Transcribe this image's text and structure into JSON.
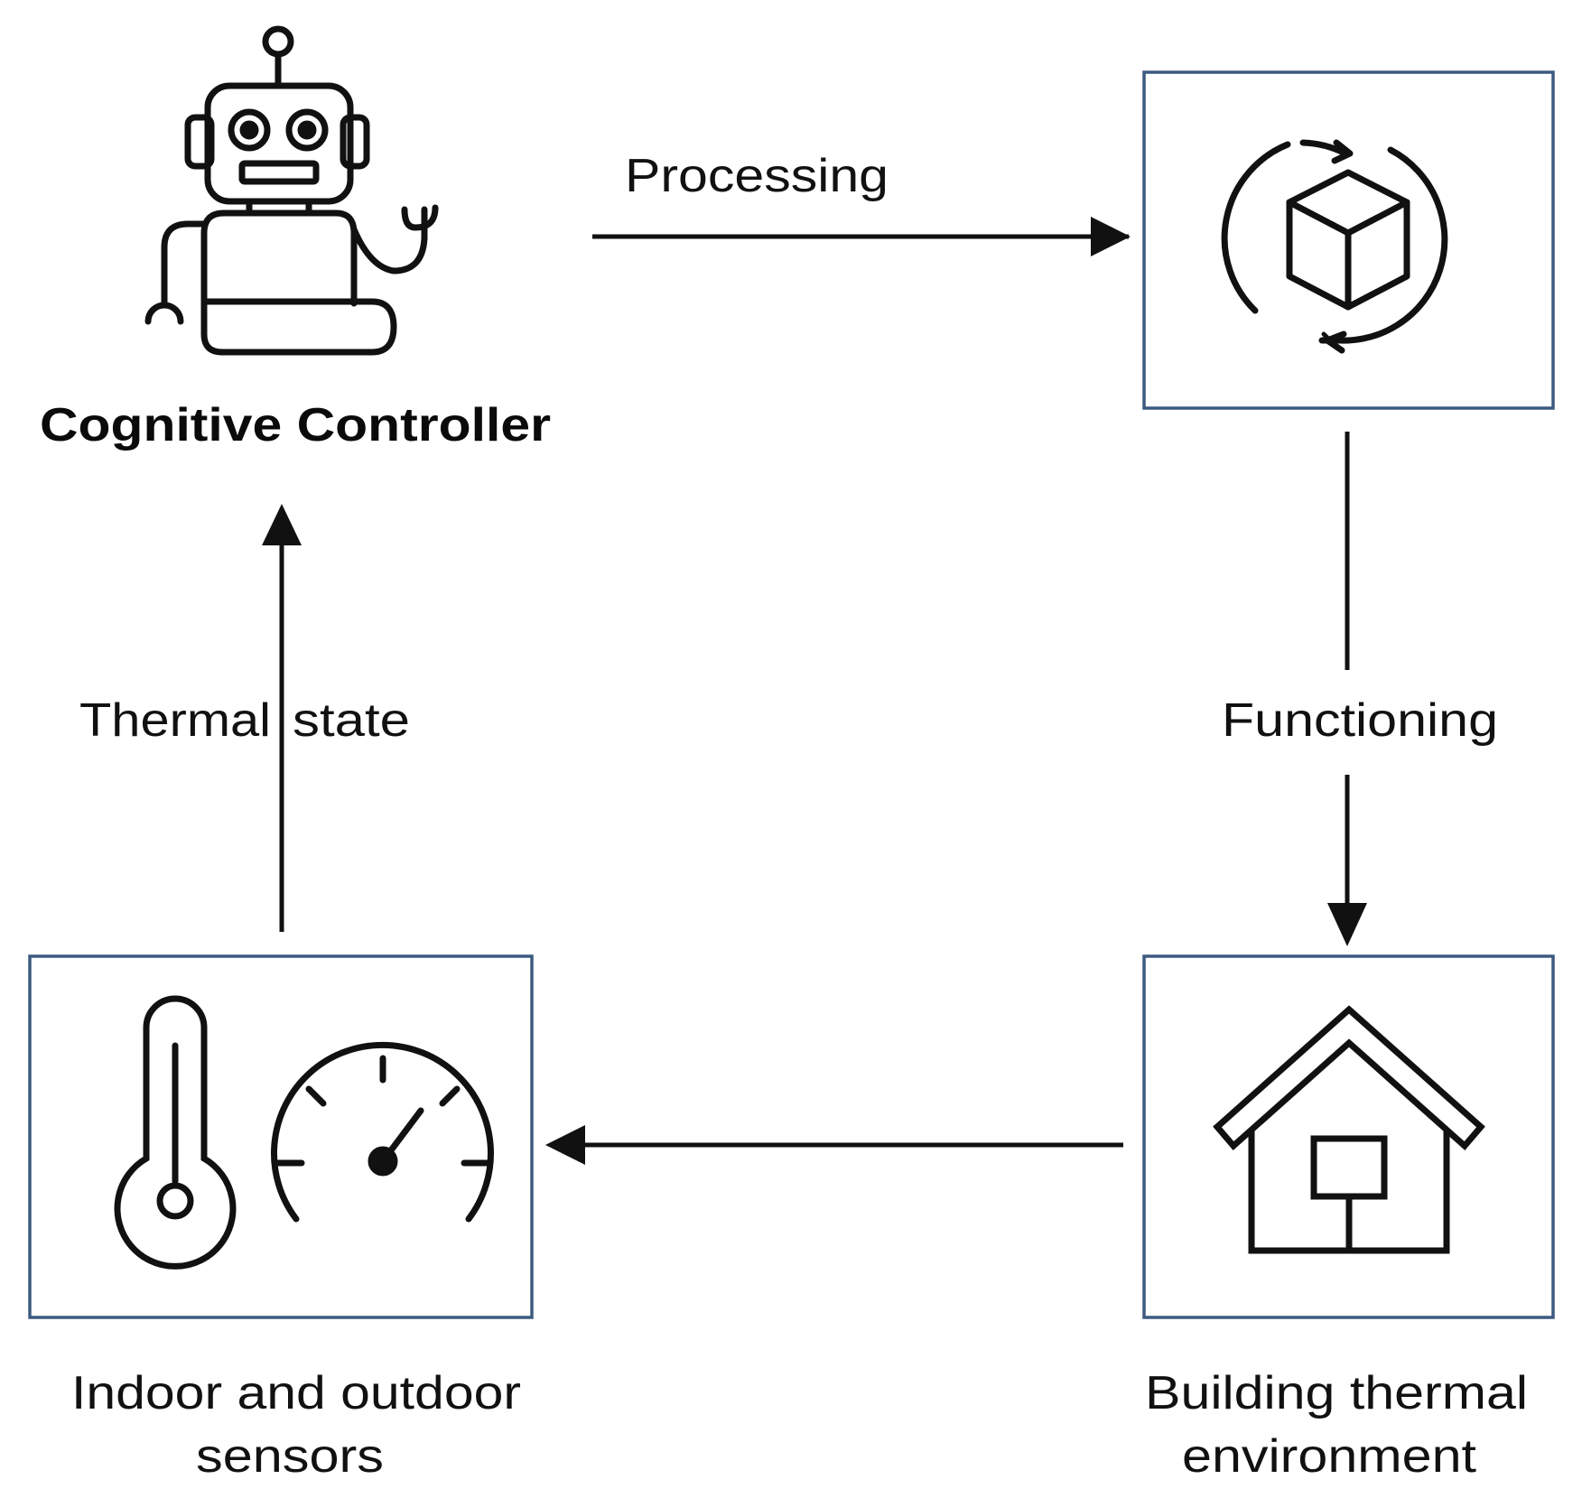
{
  "nodes": {
    "controller": {
      "label": "Cognitive Controller",
      "icon": "robot-icon"
    },
    "processor": {
      "icon": "cube-cycle-icon"
    },
    "environment": {
      "label_lines": [
        "Building thermal",
        "environment"
      ],
      "icon": "house-icon"
    },
    "sensors": {
      "label_lines": [
        "Indoor and outdoor",
        "sensors"
      ],
      "icons": [
        "thermometer-icon",
        "gauge-icon"
      ]
    }
  },
  "edges": {
    "processing": {
      "label": "Processing"
    },
    "functioning": {
      "label": "Functioning"
    },
    "thermal_state": {
      "label_parts": [
        "Thermal",
        "state"
      ]
    },
    "feedback": {}
  },
  "colors": {
    "box_border": "#3d5a80",
    "stroke": "#111111",
    "text": "#111111"
  }
}
